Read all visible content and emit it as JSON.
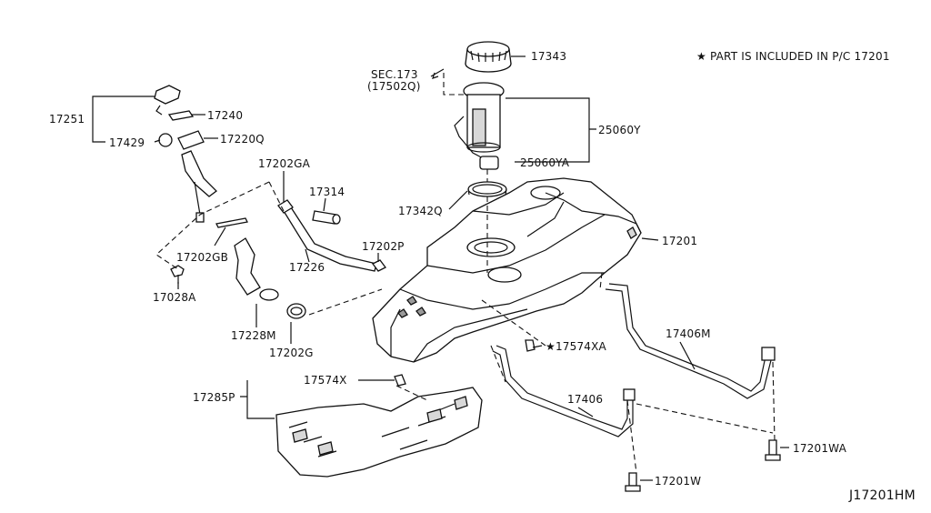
{
  "note": "★ PART IS INCLUDED IN P/C 17201",
  "diagram_code": "J17201HM",
  "section_ref": {
    "line1": "SEC.173",
    "line2": "(17502Q)"
  },
  "labels": {
    "p17343": "17343",
    "p25060Y": "25060Y",
    "p25060YA": "25060YA",
    "p17342Q": "17342Q",
    "p17201": "17201",
    "p17251": "17251",
    "p17240": "17240",
    "p17429": "17429",
    "p17220Q": "17220Q",
    "p17202GA": "17202GA",
    "p17314": "17314",
    "p17202P": "17202P",
    "p17226": "17226",
    "p17202GB": "17202GB",
    "p17028A": "17028A",
    "p17228M": "17228M",
    "p17202G": "17202G",
    "p17574XA": "★17574XA",
    "p17406M": "17406M",
    "p17406": "17406",
    "p17574X": "17574X",
    "p17285P": "17285P",
    "p17201WA": "17201WA",
    "p17201W": "17201W"
  }
}
